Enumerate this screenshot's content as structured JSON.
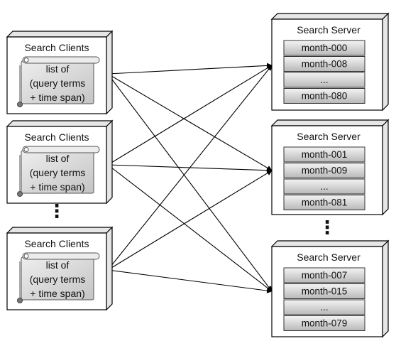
{
  "clients": [
    {
      "title": "Search Clients",
      "scroll_lines": [
        "list of",
        "(query terms",
        "+ time span)"
      ]
    },
    {
      "title": "Search Clients",
      "scroll_lines": [
        "list of",
        "(query terms",
        "+ time span)"
      ]
    },
    {
      "title": "Search Clients",
      "scroll_lines": [
        "list of",
        "(query terms",
        "+ time span)"
      ]
    }
  ],
  "clients_ellipsis": "⋮",
  "servers": [
    {
      "title": "Search Server",
      "months": [
        "month-000",
        "month-008",
        "...",
        "month-080"
      ]
    },
    {
      "title": "Search Server",
      "months": [
        "month-001",
        "month-009",
        "...",
        "month-081"
      ]
    },
    {
      "title": "Search Server",
      "months": [
        "month-007",
        "month-015",
        "...",
        "month-079"
      ]
    }
  ],
  "servers_ellipsis": "⋮",
  "colors": {
    "box_face": "#ffffff",
    "box_side": "#e6e6e6",
    "stroke": "#000000",
    "cell_top": "#f2f2f2",
    "cell_bottom": "#bdbdbd",
    "scroll": "#d9d9d9"
  }
}
